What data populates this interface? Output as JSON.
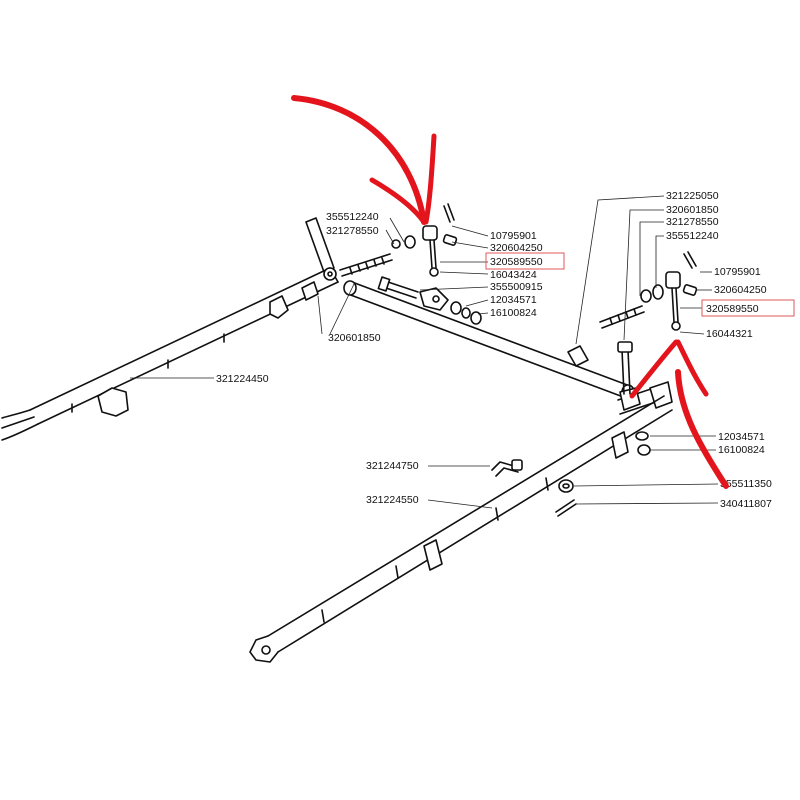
{
  "colors": {
    "line": "#111111",
    "highlight_box": "#e05a5a",
    "arrow": "#e3141b",
    "background": "#ffffff"
  },
  "labels": {
    "l1": "355512240",
    "l2": "321278550",
    "l3": "10795901",
    "l4": "320604250",
    "l5": "320589550",
    "l6": "16043424",
    "l7": "355500915",
    "l8": "12034571",
    "l9": "16100824",
    "l10": "320601850",
    "l11": "321224450",
    "r1": "321225050",
    "r2": "320601850",
    "r3": "321278550",
    "r4": "355512240",
    "r5": "10795901",
    "r6": "320604250",
    "r7": "320589550",
    "r8": "16044321",
    "r9": "12034571",
    "r10": "16100824",
    "r11": "355511350",
    "r12": "340411807",
    "b1": "321244750",
    "b2": "321224550"
  }
}
